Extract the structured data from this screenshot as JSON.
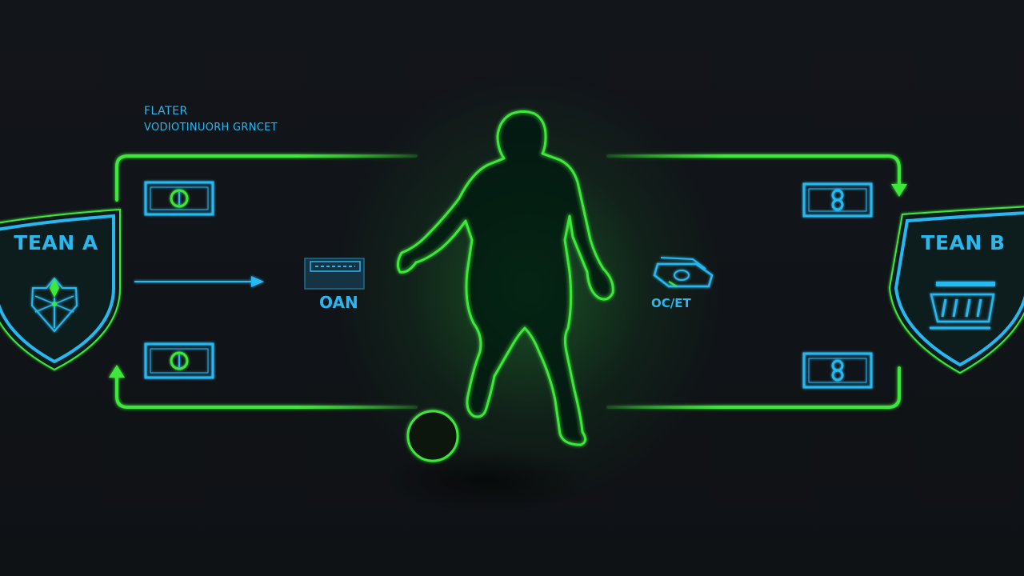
{
  "heading": {
    "line1": "FLATER",
    "line2": "VODIOTINUORH GRNCET"
  },
  "teams": [
    {
      "name": "TEAN A"
    },
    {
      "name": "TEAN B"
    }
  ],
  "mid_labels": {
    "left": "OAN",
    "right": "OC/ET"
  },
  "icons": {
    "team_a_emblem": "leaf-shield-emblem",
    "team_b_emblem": "crest-emblem",
    "cash": "banknote-icon",
    "player": "player-silhouette",
    "ball": "ball-icon"
  },
  "colors": {
    "background": "#111418",
    "neon_green": "#3ee83a",
    "neon_blue": "#28b8f0",
    "glow": "#22c23a"
  }
}
